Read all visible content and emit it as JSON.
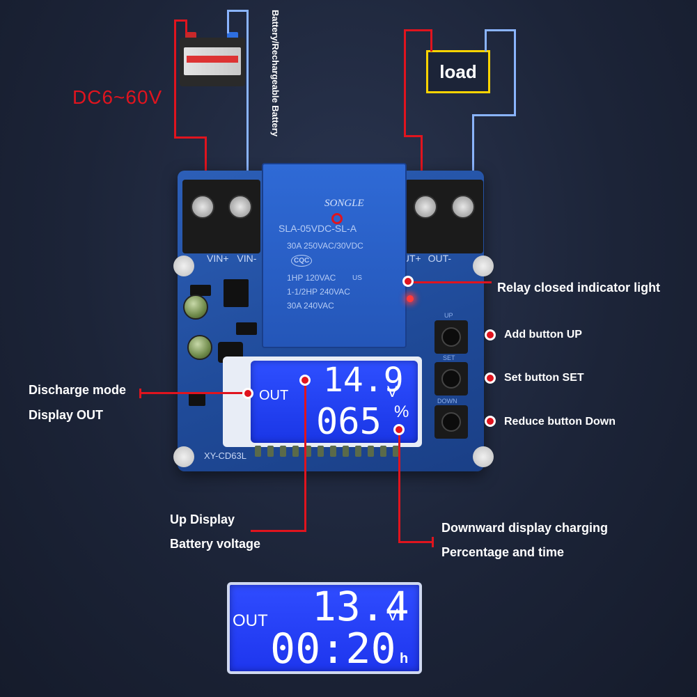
{
  "supply": {
    "voltage_label": "DC6~60V",
    "battery_label": "Battery/Rechargeable Battery",
    "load_label": "load",
    "plus": "+",
    "minus": "-"
  },
  "board": {
    "model": "XY-CD63L",
    "terminals": {
      "vin_plus": "VIN+",
      "vin_minus": "VIN-",
      "out_plus": "OUT+",
      "out_minus": "OUT-"
    },
    "relay": {
      "brand": "SONGLE",
      "model": "SLA-05VDC-SL-A",
      "rating1": "30A  250VAC/30VDC",
      "cert": "CQC",
      "rating2": "1HP 120VAC",
      "rating3": "1-1/2HP 240VAC",
      "rating4": "30A 240VAC",
      "us": "US"
    },
    "buttons": {
      "up": "UP",
      "set": "SET",
      "down": "DOWN"
    },
    "lcd": {
      "mode": "OUT",
      "top_value": "14.9",
      "top_unit": "V",
      "bottom_value": "065",
      "bottom_unit": "%"
    }
  },
  "callouts": {
    "relay_light": "Relay closed indicator light",
    "add_button": "Add button UP",
    "set_button": "Set button SET",
    "reduce_button": "Reduce button Down",
    "discharge_line1": "Discharge mode",
    "discharge_line2": "Display OUT",
    "up_display_line1": "Up Display",
    "up_display_line2": "Battery voltage",
    "down_display_line1": "Downward display charging",
    "down_display_line2": "Percentage and time"
  },
  "bottom_lcd": {
    "mode": "OUT",
    "top_value": "13.4",
    "top_unit": "V",
    "bottom_value": "00:20",
    "bottom_unit": "h"
  },
  "colors": {
    "wire_positive": "#e0141e",
    "wire_negative": "#8ab4ff",
    "lcd_blue": "#2440ff",
    "load_border": "#ffd400",
    "voltage_label": "#e0141e"
  }
}
